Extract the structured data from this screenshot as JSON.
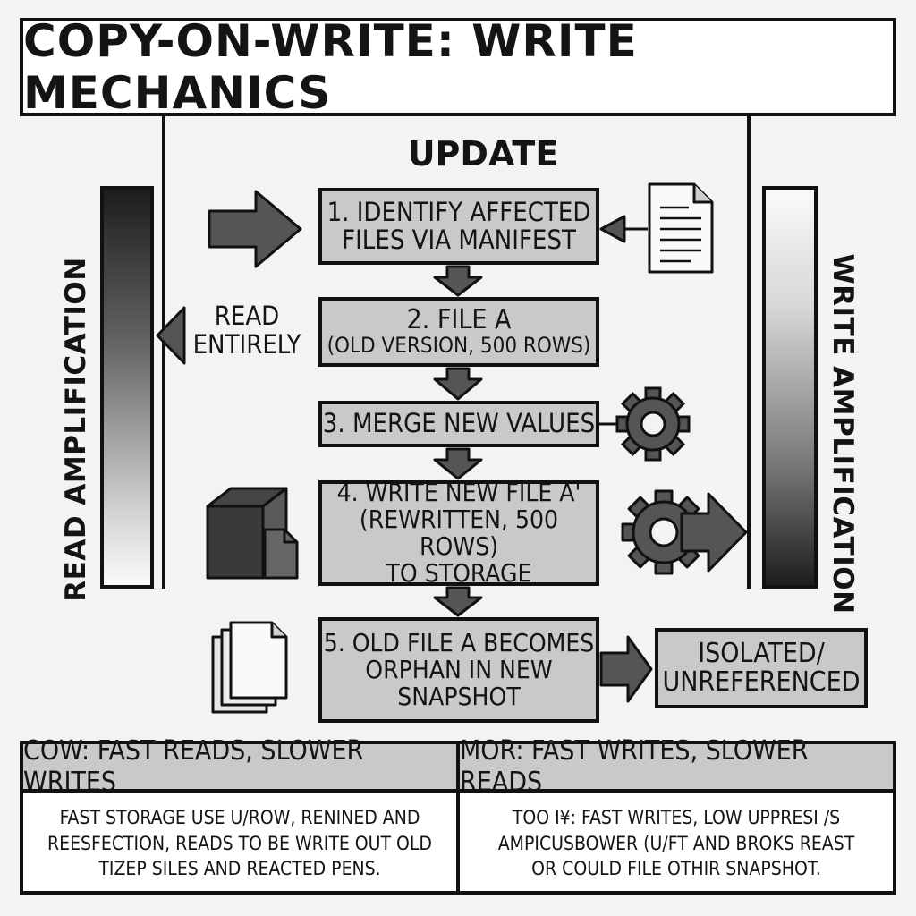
{
  "title": "COPY-ON-WRITE: WRITE MECHANICS",
  "center_label": "UPDATE",
  "steps": [
    {
      "lines": [
        "1. IDENTIFY AFFECTED",
        "FILES VIA MANIFEST"
      ]
    },
    {
      "lines": [
        "2. FILE A",
        "(OLD VERSION, 500 ROWS)"
      ]
    },
    {
      "lines": [
        "3. MERGE NEW VALUES"
      ]
    },
    {
      "lines": [
        "4. WRITE NEW FILE A'",
        "(REWRITTEN, 500 ROWS)",
        "TO STORAGE"
      ]
    },
    {
      "lines": [
        "5. OLD FILE A BECOMES",
        "ORPHAN IN NEW",
        "SNAPSHOT"
      ]
    }
  ],
  "read_entirely": [
    "READ",
    "ENTIRELY"
  ],
  "isolated": [
    "ISOLATED/",
    "UNREFERENCED"
  ],
  "left_axis_label": "READ AMPLIFICATION",
  "right_axis_label": "WRITE AMPLIFICATION",
  "bottom": {
    "left": {
      "heading": "COW: FAST READS, SLOWER WRITES",
      "lines": [
        "FAST STORAGE  USE U/ROW, RENINED AND",
        "REESFECTION, READS TO BE WRITE OUT OLD",
        "TIZEP SILES AND REACTED PENS."
      ]
    },
    "right": {
      "heading": "MOR: FAST WRITES, SLOWER READS",
      "lines": [
        "TOO I¥: FAST WRITES, LOW UPPRESI /S",
        "AMPICUSBOWER (U/FT AND BROKS REAST",
        "OR COULD FILE OTHIR SNAPSHOT."
      ]
    }
  },
  "icons": [
    "arrow-right-icon",
    "document-icon",
    "gear-icon",
    "gear-arrow-icon",
    "storage-box-icon",
    "stacked-files-icon"
  ],
  "colors": {
    "box_fill": "#c9c9c9",
    "arrow_fill": "#555555",
    "ink": "#111111"
  }
}
